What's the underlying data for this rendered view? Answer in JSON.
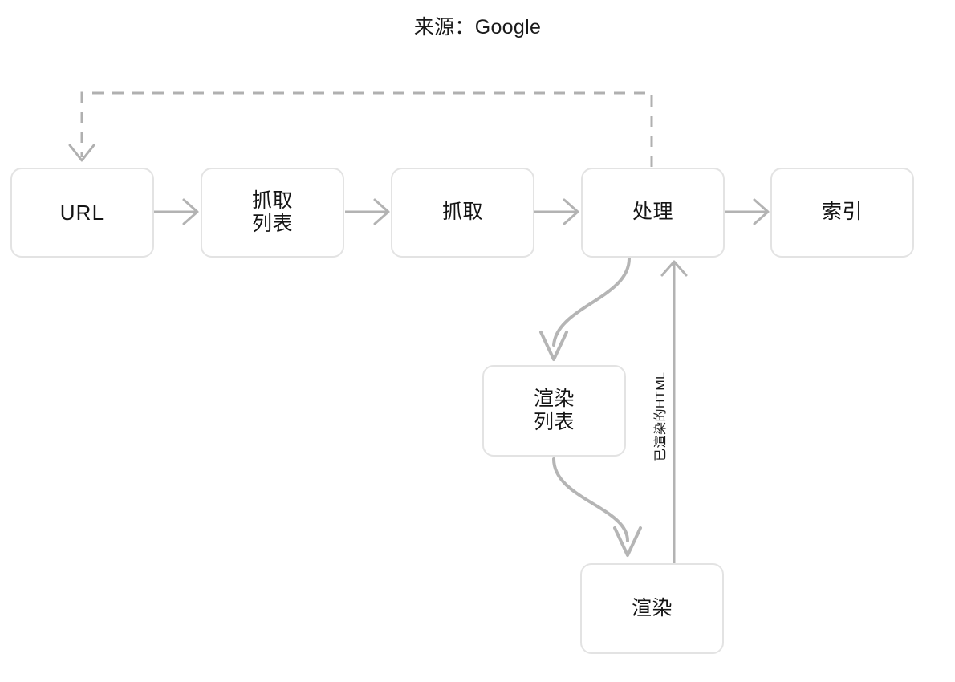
{
  "diagram": {
    "title": "来源：Google",
    "colors": {
      "node_border": "#e3e3e3",
      "node_fill": "#ffffff",
      "solid_edge": "#b3b3b3",
      "dashed_edge": "#b0b0b0",
      "curve_edge": "#b5b5b5",
      "text": "#141414"
    },
    "nodes": [
      {
        "id": "url",
        "label": "URL",
        "script": "latin"
      },
      {
        "id": "crawl-queue",
        "label": "抓取\n列表",
        "script": "cjk"
      },
      {
        "id": "crawl",
        "label": "抓取",
        "script": "cjk"
      },
      {
        "id": "process",
        "label": "处理",
        "script": "cjk"
      },
      {
        "id": "index",
        "label": "索引",
        "script": "cjk"
      },
      {
        "id": "render-queue",
        "label": "渲染\n列表",
        "script": "cjk"
      },
      {
        "id": "render",
        "label": "渲染",
        "script": "cjk"
      }
    ],
    "edge_labels": [
      {
        "id": "rendered-html",
        "label": "已渲染的HTML"
      }
    ],
    "edges": [
      {
        "from": "url",
        "to": "crawl-queue",
        "style": "solid"
      },
      {
        "from": "crawl-queue",
        "to": "crawl",
        "style": "solid"
      },
      {
        "from": "crawl",
        "to": "process",
        "style": "solid"
      },
      {
        "from": "process",
        "to": "index",
        "style": "solid"
      },
      {
        "from": "process",
        "to": "url",
        "style": "dashed"
      },
      {
        "from": "process",
        "to": "render-queue",
        "style": "curve"
      },
      {
        "from": "render-queue",
        "to": "render",
        "style": "curve"
      },
      {
        "from": "render",
        "to": "process",
        "style": "solid",
        "label": "已渲染的HTML"
      }
    ]
  }
}
